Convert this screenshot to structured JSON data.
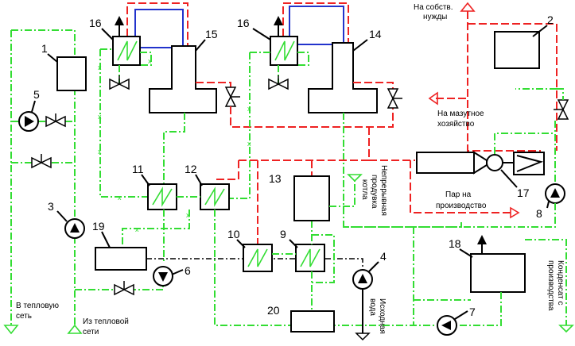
{
  "numbers": {
    "n1": "1",
    "n2": "2",
    "n3": "3",
    "n4": "4",
    "n5": "5",
    "n6": "6",
    "n7": "7",
    "n8": "8",
    "n9": "9",
    "n10": "10",
    "n11": "11",
    "n12": "12",
    "n13": "13",
    "n14": "14",
    "n15": "15",
    "n16a": "16",
    "n16b": "16",
    "n17": "17",
    "n18": "18",
    "n19": "19",
    "n20": "20"
  },
  "labels": {
    "own_needs_1": "На собств.",
    "own_needs_2": "нужды",
    "fuel_oil_1": "На мазутное",
    "fuel_oil_2": "хозяйство",
    "blowdown_1": "Непрерывная",
    "blowdown_2": "продувка",
    "blowdown_3": "котла",
    "steam_prod": "Пар на",
    "steam_prod_2": "производство",
    "heat_net_out_1": "В тепловую",
    "heat_net_out_2": "сеть",
    "heat_net_in_1": "Из тепловой",
    "heat_net_in_2": "сети",
    "source_water_1": "Исходная",
    "source_water_2": "вода",
    "condensate_1": "Конденсат с",
    "condensate_2": "производства"
  },
  "colors": {
    "water": "#33dd33",
    "steam": "#ee2222",
    "flue_gas": "#2233cc",
    "equipment": "#000000"
  }
}
